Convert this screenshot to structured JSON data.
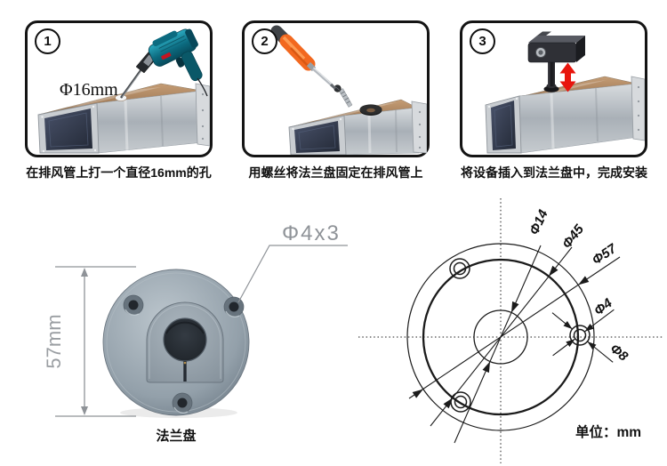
{
  "steps": [
    {
      "number": "1",
      "caption": "在排风管上打一个直径16mm的孔",
      "annotation": "Φ16mm"
    },
    {
      "number": "2",
      "caption": "用螺丝将法兰盘固定在排风管上"
    },
    {
      "number": "3",
      "caption": "将设备插入到法兰盘中，完成安装"
    }
  ],
  "flange_photo": {
    "caption": "法兰盘",
    "height_label": "57mm",
    "hole_label": "Φ4x3"
  },
  "drawing": {
    "dim_center_hole": "Φ14",
    "dim_bolt_circle": "Φ45",
    "dim_outer_diameter": "Φ57",
    "dim_screw_hole": "Φ4",
    "dim_counterbore": "Φ8",
    "unit_label": "单位：mm"
  },
  "colors": {
    "accent_red": "#e8150d",
    "drill_teal": "#0e7f96",
    "screwdriver_orange": "#f2681f",
    "flange_gray": "#93a0aa",
    "line_black": "#1b1b1b",
    "dim_gray": "#8f9398"
  }
}
